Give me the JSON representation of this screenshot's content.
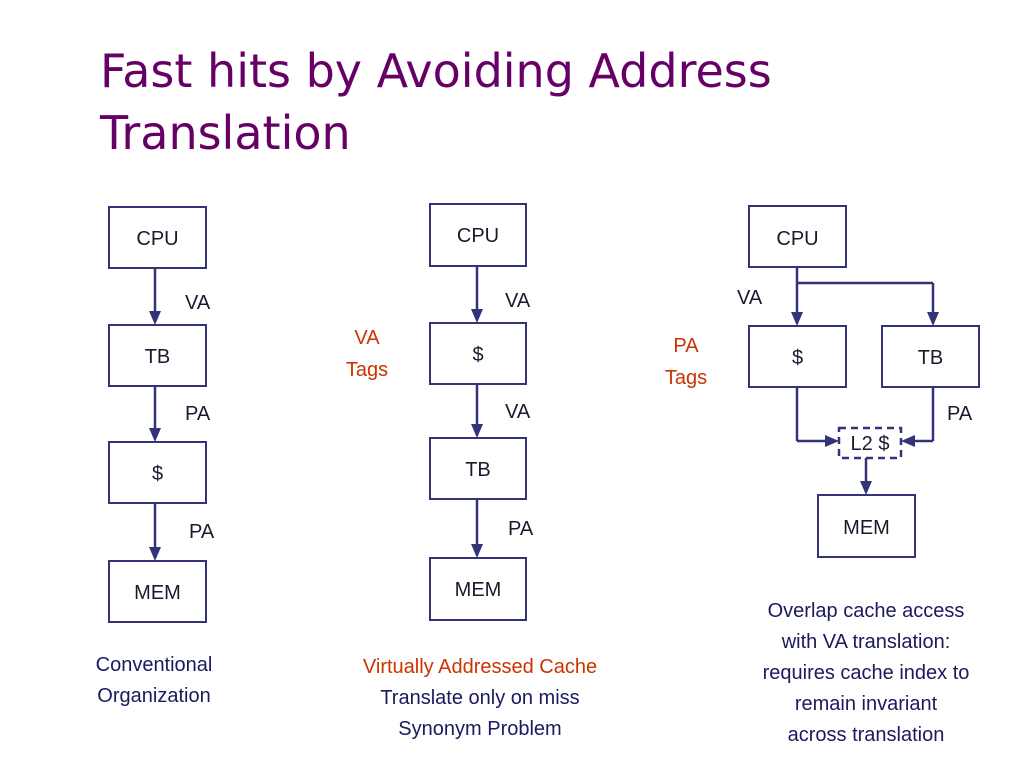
{
  "title": {
    "line1": "Fast hits by Avoiding Address",
    "line2": "Translation"
  },
  "colors": {
    "title": "#660066",
    "tag_text": "#cc3300",
    "box_stroke": "#33337a"
  },
  "conventional": {
    "boxes": [
      "CPU",
      "TB",
      "$",
      "MEM"
    ],
    "edges": [
      "VA",
      "PA",
      "PA"
    ],
    "caption": [
      "Conventional",
      "Organization"
    ]
  },
  "virtual": {
    "boxes": [
      "CPU",
      "$",
      "TB",
      "MEM"
    ],
    "edges": [
      "VA",
      "VA",
      "PA"
    ],
    "tags": [
      "VA",
      "Tags"
    ],
    "caption": [
      "Virtually Addressed Cache",
      "Translate only on miss",
      "Synonym Problem"
    ]
  },
  "overlap": {
    "boxes": {
      "cpu": "CPU",
      "cache": "$",
      "tb": "TB",
      "l2": "L2 $",
      "mem": "MEM"
    },
    "edges": {
      "va": "VA",
      "pa": "PA"
    },
    "tags": [
      "PA",
      "Tags"
    ],
    "caption": [
      "Overlap cache access",
      "with VA translation:",
      "requires cache index to",
      "remain invariant",
      "across translation"
    ]
  }
}
